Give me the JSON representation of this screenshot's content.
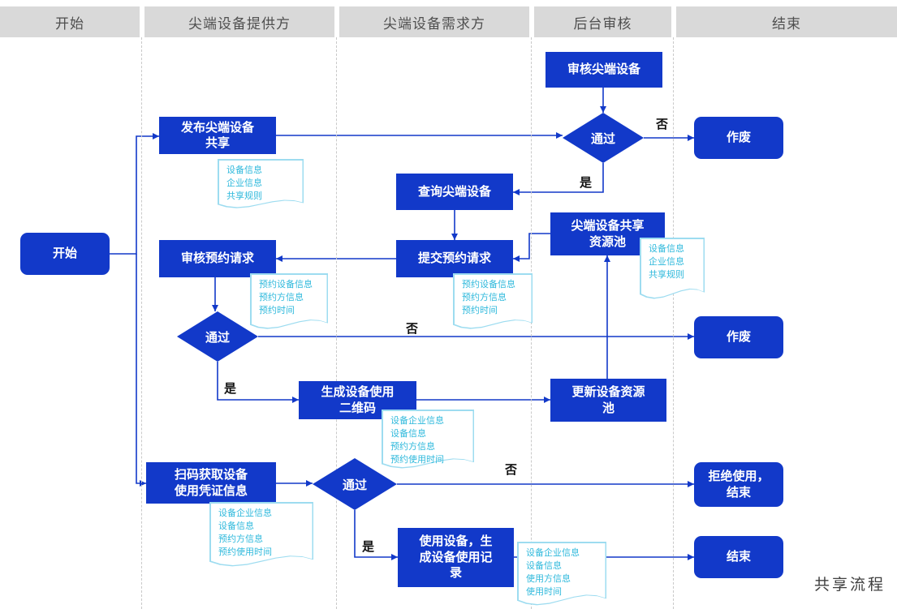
{
  "header": {
    "lanes": [
      "开始",
      "尖端设备提供方",
      "尖端设备需求方",
      "后台审核",
      "结束"
    ]
  },
  "caption": "共享流程",
  "nodes": {
    "start": "开始",
    "publish": "发布尖端设备\n共享",
    "review_equipment": "审核尖端设备",
    "pass1": "通过",
    "void1": "作废",
    "query": "查询尖端设备",
    "pool": "尖端设备共享\n资源池",
    "submit": "提交预约请求",
    "review_reservation": "审核预约请求",
    "pass2": "通过",
    "void2": "作废",
    "qr": "生成设备使用\n二维码",
    "update_pool": "更新设备资源\n池",
    "scan": "扫码获取设备\n使用凭证信息",
    "pass3": "通过",
    "refuse": "拒绝使用，\n结束",
    "use": "使用设备，生\n成设备使用记\n录",
    "end": "结束"
  },
  "docs": {
    "publish": {
      "lines": [
        "设备信息",
        "企业信息",
        "共享规则"
      ]
    },
    "pool": {
      "lines": [
        "设备信息",
        "企业信息",
        "共享规则"
      ]
    },
    "submit": {
      "lines": [
        "预约设备信息",
        "预约方信息",
        "预约时间"
      ]
    },
    "review": {
      "lines": [
        "预约设备信息",
        "预约方信息",
        "预约时间"
      ]
    },
    "qr": {
      "lines": [
        "设备企业信息",
        "设备信息",
        "预约方信息",
        "预约使用时间"
      ]
    },
    "scan": {
      "lines": [
        "设备企业信息",
        "设备信息",
        "预约方信息",
        "预约使用时间"
      ]
    },
    "use": {
      "lines": [
        "设备企业信息",
        "设备信息",
        "使用方信息",
        "使用时间"
      ]
    }
  },
  "edge_labels": {
    "pass1_no": "否",
    "pass1_yes": "是",
    "pass2_no": "否",
    "pass2_yes": "是",
    "pass3_no": "否",
    "pass3_yes": "是"
  },
  "colors": {
    "node_fill": "#1239c9",
    "connector": "#1239c9",
    "doc_border": "#9ddcf0",
    "doc_text": "#2fb9dc",
    "header_bg": "#d9d9d9",
    "header_text": "#4f4f4f",
    "edge_label_text": "#111111",
    "caption_text": "#3f3f3f"
  }
}
